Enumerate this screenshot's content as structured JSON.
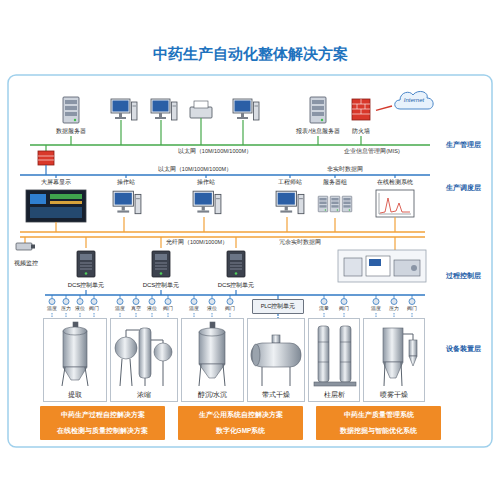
{
  "diagram": {
    "title": "中药生产自动化整体解决方案",
    "nodes": [
      {
        "text": [
          "数据服务器"
        ]
      },
      {
        "text": [
          "报表/信息服务器"
        ]
      },
      {
        "text": [
          "防火墙"
        ]
      },
      {
        "text": [
          "Internet"
        ]
      },
      {
        "text": [
          "大屏幕显示"
        ]
      },
      {
        "text": [
          "操作站"
        ]
      },
      {
        "text": [
          "操作站"
        ]
      },
      {
        "text": [
          "工程师站"
        ]
      },
      {
        "text": [
          "服务器组"
        ]
      },
      {
        "text": [
          "在线检测系统"
        ]
      },
      {
        "text": [
          "视频监控"
        ]
      },
      {
        "text": [
          "DCS控制单元"
        ]
      },
      {
        "text": [
          "DCS控制单元"
        ]
      },
      {
        "text": [
          "DCS控制单元"
        ]
      },
      {
        "text": [
          "PLC控制单元"
        ]
      },
      {
        "text": [
          "提取"
        ]
      },
      {
        "text": [
          "浓缩"
        ]
      },
      {
        "text": [
          "醇沉/水沉"
        ]
      },
      {
        "text": [
          "带式干燥"
        ]
      },
      {
        "text": [
          "柱层析"
        ]
      },
      {
        "text": [
          "喷雾干燥"
        ]
      },
      {
        "text": [
          "中药生产过程自控解决方案"
        ]
      },
      {
        "text": [
          "生产公用系统自控解决方案"
        ]
      },
      {
        "text": [
          "中药生产质量管理系统"
        ]
      },
      {
        "text": [
          "在线检测与质量控制解决方案"
        ]
      },
      {
        "text": [
          "数字化GMP系统"
        ]
      },
      {
        "text": [
          "数据挖掘与智能优化系统"
        ]
      }
    ],
    "edges": [
      {
        "from": 2,
        "to": 3,
        "arrow": "none"
      }
    ],
    "labels": [
      "以太网（10M/100M/1000M）",
      "企业信息管理网(MIS)",
      "以太网（10M/100M/1000M）",
      "非实时数据网",
      "光纤网（100M/1000M）",
      "冗余实时数据网",
      "生产管理层",
      "生产调度层",
      "过程控制层",
      "设备装置层",
      "温度",
      "压力",
      "液位",
      "阀门",
      "温度",
      "真空",
      "液位",
      "阀门",
      "温度",
      "液位",
      "阀门",
      "流量",
      "阀门",
      "温度",
      "压力",
      "阀门"
    ]
  }
}
